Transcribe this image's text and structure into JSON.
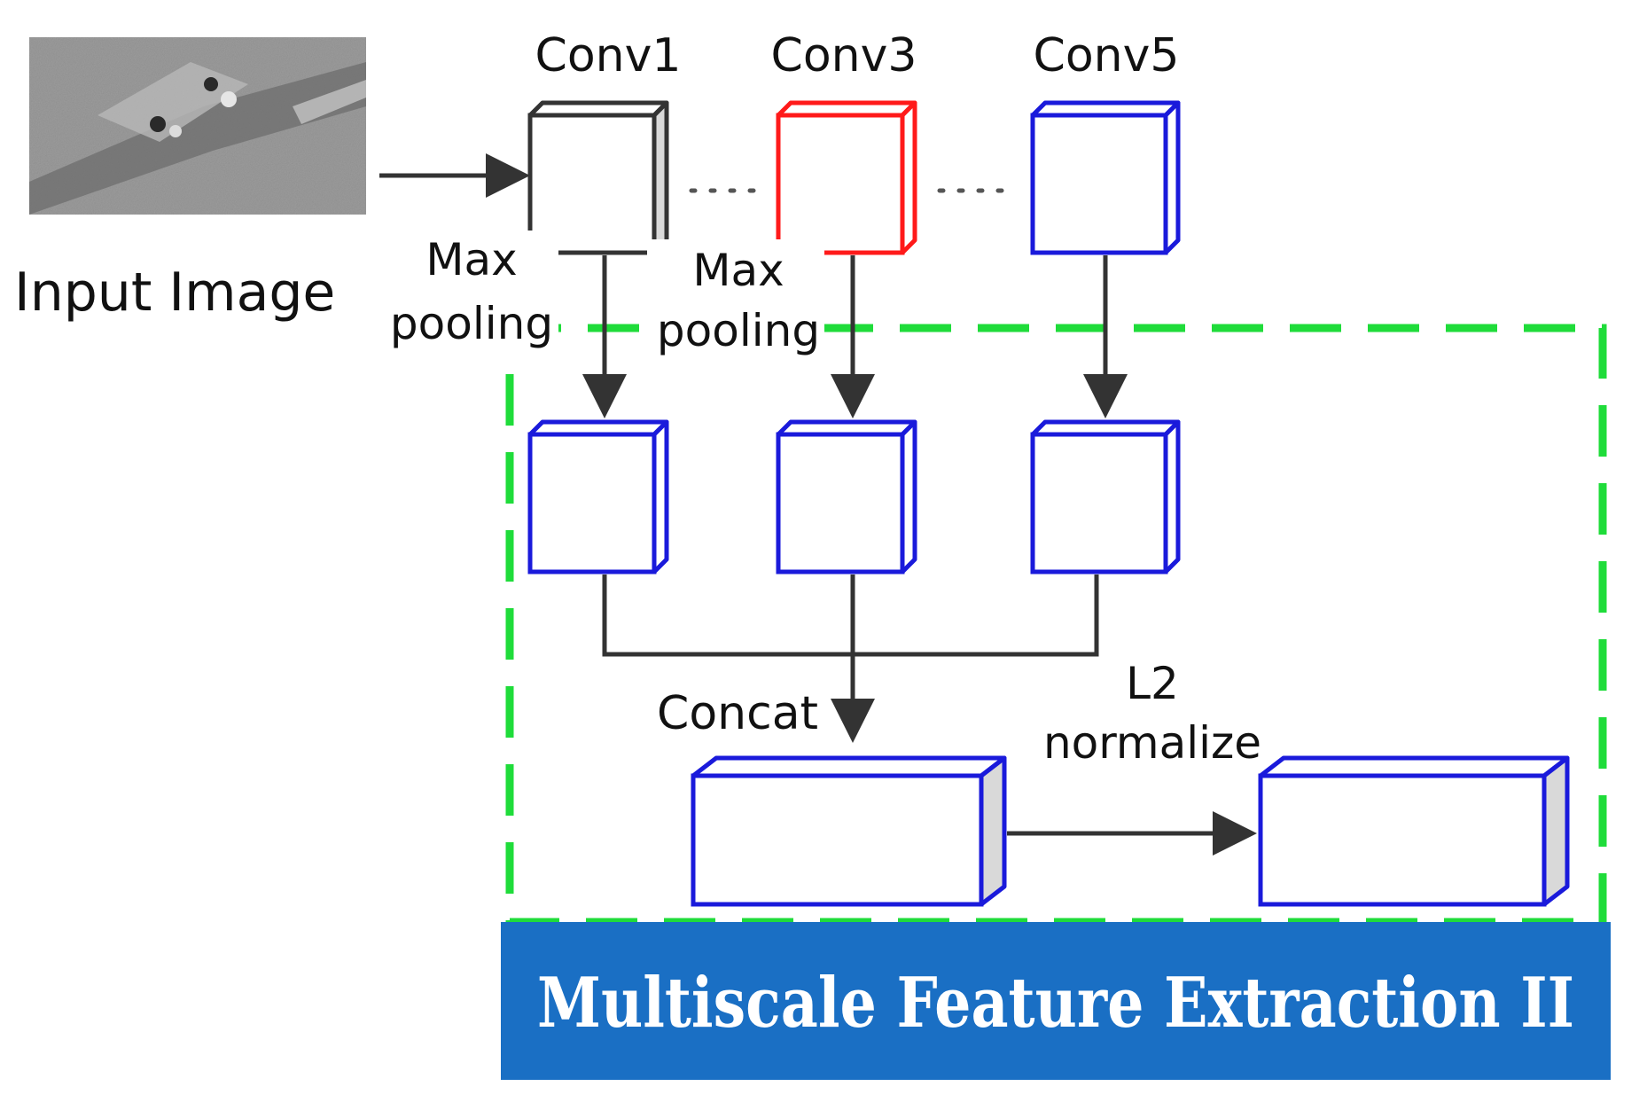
{
  "input": {
    "label": "Input Image"
  },
  "conv_layers": [
    {
      "label": "Conv1"
    },
    {
      "label": "Conv3"
    },
    {
      "label": "Conv5"
    }
  ],
  "pooling": [
    {
      "line1": "Max",
      "line2": "pooling"
    },
    {
      "line1": "Max",
      "line2": "pooling"
    }
  ],
  "concat": {
    "label": "Concat"
  },
  "normalize": {
    "line1": "L2",
    "line2": "normalize"
  },
  "banner": {
    "title": "Multiscale Feature Extraction II"
  },
  "colors": {
    "conv1_border": "#333333",
    "conv3_border": "#ff1a1a",
    "block_border": "#1a1adb",
    "dashed_region": "#1fdc3a",
    "banner_bg": "#1a6fc4",
    "arrow": "#333333"
  }
}
